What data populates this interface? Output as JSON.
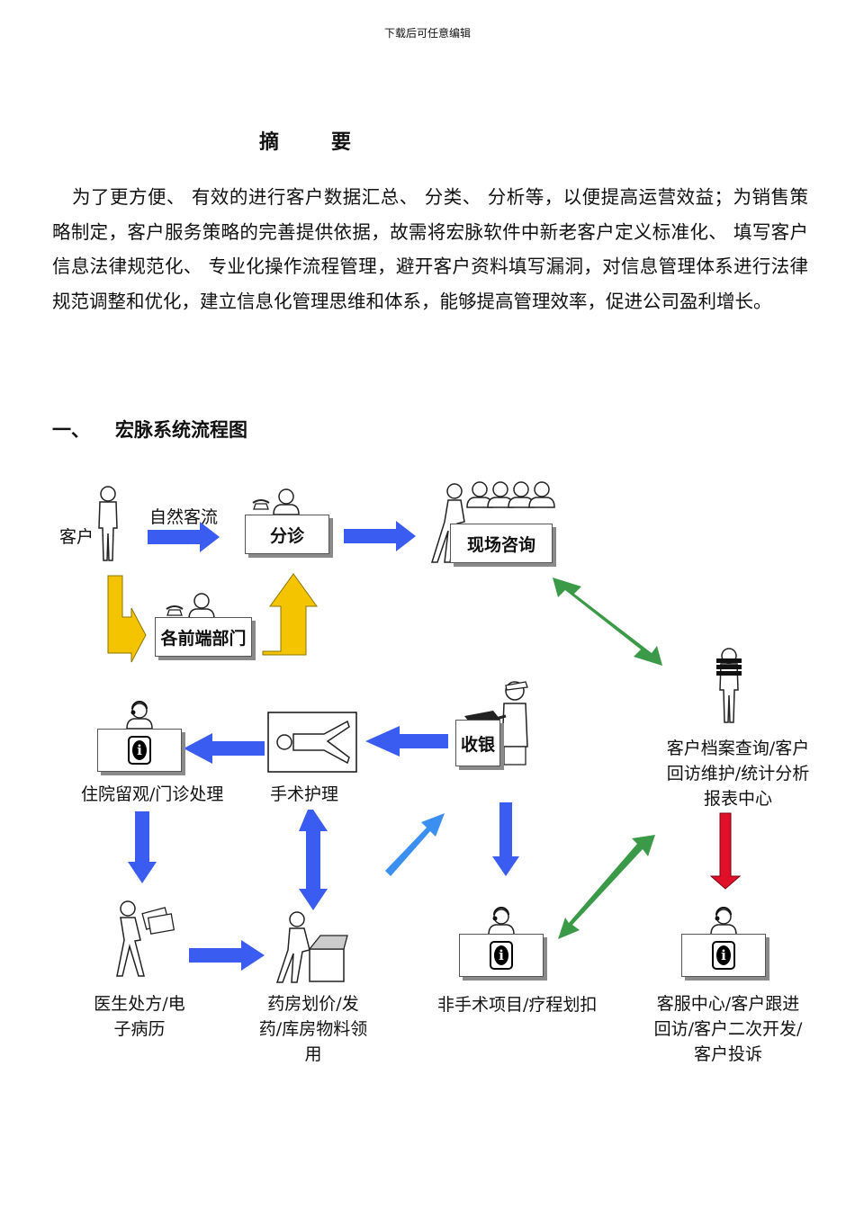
{
  "header": {
    "note": "下载后可任意编辑"
  },
  "abstract": {
    "title_chars": [
      "摘",
      "要"
    ],
    "body": "为了更方便、 有效的进行客户数据汇总、 分类、 分析等，以便提高运营效益；为销售策略制定，客户服务策略的完善提供依据，故需将宏脉软件中新老客户定义标准化、 填写客户信息法律规范化、 专业化操作流程管理，避开客户资料填写漏洞，对信息管理体系进行法律规范调整和优化，建立信息化管理思维和体系，能够提高管理效率，促进公司盈利增长。"
  },
  "section": {
    "number": "一、",
    "title": "宏脉系统流程图"
  },
  "diagram": {
    "customer": "客户",
    "natural_flow": "自然客流",
    "triage": "分诊",
    "onsite_consult": "现场咨询",
    "front_depts": "各前端部门",
    "archive_center": "客户档案查询/客户回访维护/统计分析报表中心",
    "cashier": "收银",
    "surgery_care": "手术护理",
    "inpatient": "住院留观/门诊处理",
    "doctor_rx": "医生处方/电子病历",
    "pharmacy": "药房划价/发药/库房物料领用",
    "non_surgery": "非手术项目/疗程划扣",
    "service_center": "客服中心/客户跟进回访/客户二次开发/客户投诉",
    "colors": {
      "blue_arrow": "#3a5cf0",
      "green_arrow": "#3a9a48",
      "yellow_arrow": "#f5c400",
      "red_arrow": "#e0102a"
    }
  }
}
